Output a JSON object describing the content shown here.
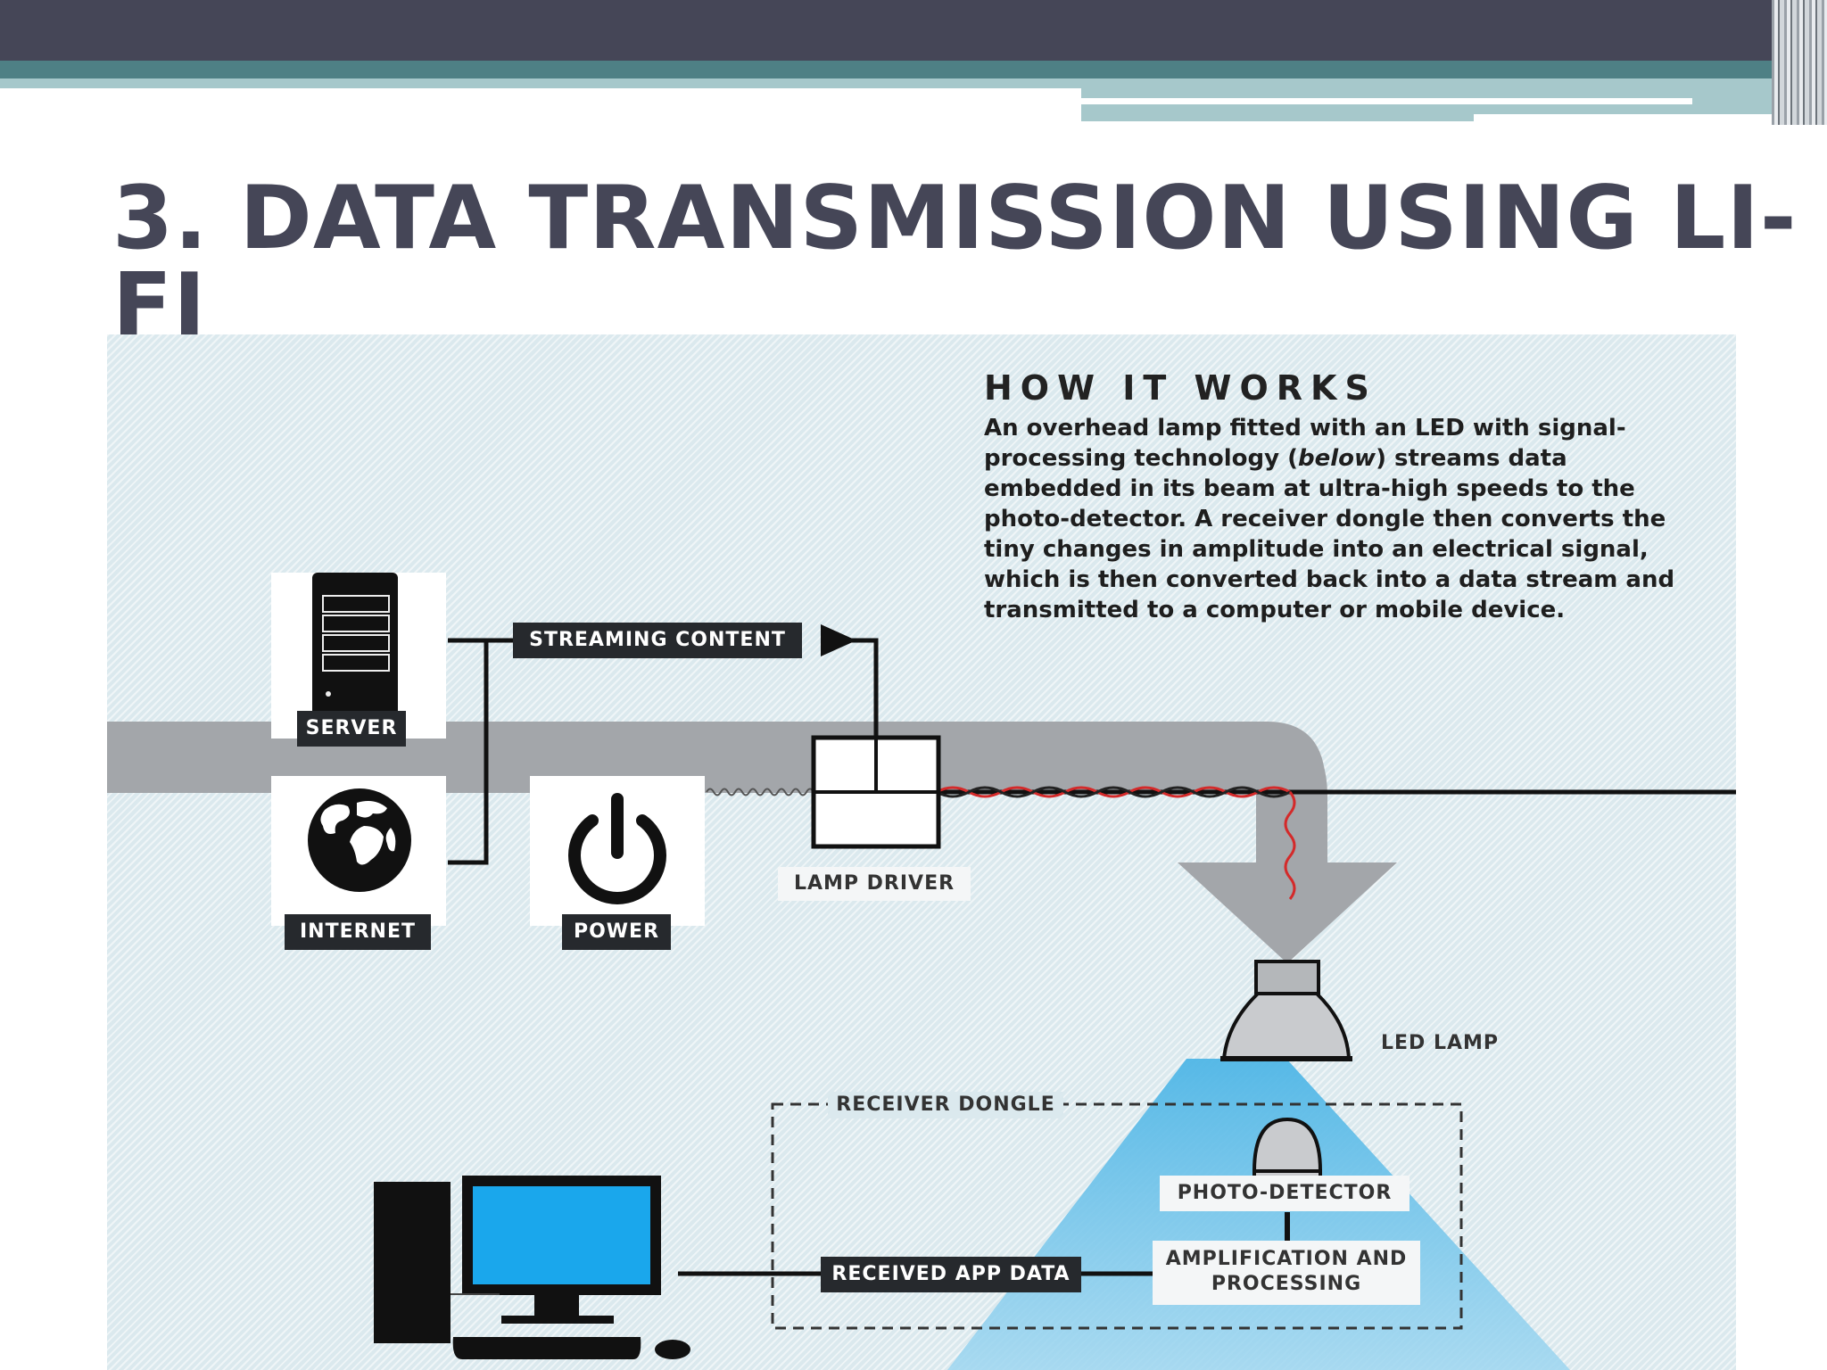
{
  "slide": {
    "title": "3. DATA TRANSMISSION USING LI-FI"
  },
  "diagram": {
    "how_it_works": {
      "heading": "HOW IT WORKS",
      "body_lead": "An overhead lamp fitted with an LED with signal-processing technology (",
      "body_italic": "below",
      "body_tail": ") streams data embedded in its beam at ultra-high speeds to the photo-detector. A receiver dongle then converts the tiny changes in amplitude into an electrical signal, which is then converted back into a data stream and transmitted to a computer or mobile device."
    },
    "labels": {
      "server": "SERVER",
      "internet": "INTERNET",
      "power": "POWER",
      "streaming_content": "STREAMING CONTENT",
      "lamp_driver": "LAMP DRIVER",
      "led_lamp": "LED LAMP",
      "receiver_dongle": "RECEIVER DONGLE",
      "photo_detector": "PHOTO-DETECTOR",
      "amplification_line1": "AMPLIFICATION AND",
      "amplification_line2": "PROCESSING",
      "received_app_data": "RECEIVED APP DATA"
    },
    "colors": {
      "header_dark": "#454657",
      "header_teal": "#4e8085",
      "panel_bg": "#dbe9ee",
      "screen_blue": "#1aa7ec",
      "light_beam": "#7fc8ea",
      "signal_red": "#d42a2a"
    },
    "icons": [
      "server-icon",
      "globe-icon",
      "power-icon",
      "lamp-driver-icon",
      "led-lamp-icon",
      "photo-detector-icon",
      "desktop-computer-icon"
    ]
  }
}
